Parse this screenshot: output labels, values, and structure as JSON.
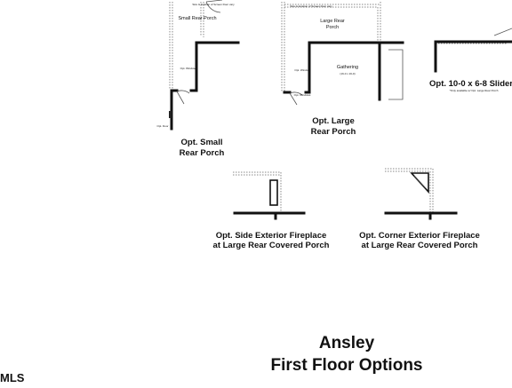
{
  "plan": {
    "small_porch": {
      "room_label": "Small Rear Porch",
      "note": "Size & location of Screen Door vary",
      "window_label": "Opt. Windows",
      "door_label": "Opt. Door",
      "caption_line1": "Opt. Small",
      "caption_line2": "Rear Porch"
    },
    "large_porch": {
      "room_label_line1": "Large Rear",
      "room_label_line2": "Porch",
      "note": "Size & location of Screen Door vary",
      "window_label_a": "Opt. Window",
      "window_label_b": "Opt. Windows",
      "gathering_label": "Gathering",
      "gathering_dims": "(16-0 x 16-0)",
      "caption_line1": "Opt. Large",
      "caption_line2": "Rear Porch"
    },
    "slider": {
      "caption": "Opt. 10-0 x 6-8 Slider",
      "note": "*Only available w/ Opt. Large Rear Porch"
    },
    "side_fireplace": {
      "caption_line1": "Opt. Side Exterior Fireplace",
      "caption_line2": "at Large Rear Covered Porch"
    },
    "corner_fireplace": {
      "caption_line1": "Opt. Corner Exterior Fireplace",
      "caption_line2": "at Large Rear Covered Porch"
    },
    "title_line1": "Ansley",
    "title_line2": "First Floor Options",
    "logo_text": "MLS"
  }
}
